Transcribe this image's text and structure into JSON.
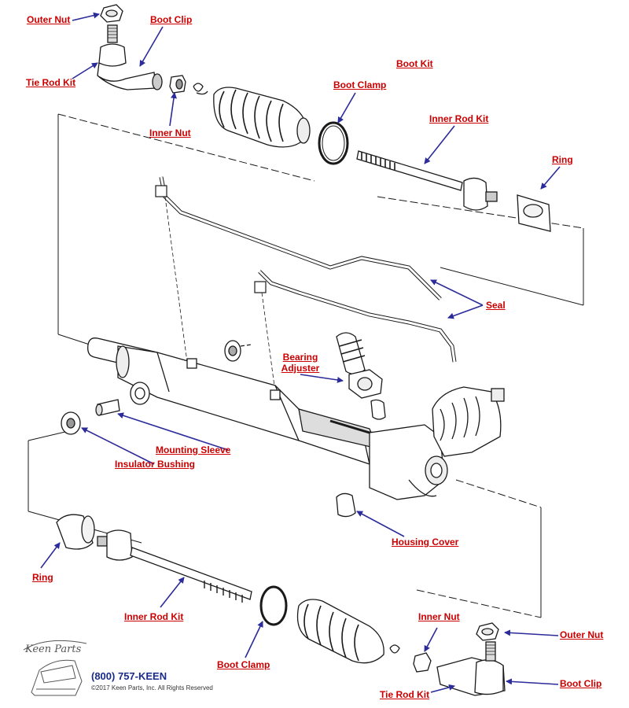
{
  "colors": {
    "label": "#cc0000",
    "arrow": "#2b2b9a",
    "line": "#1a1a1a"
  },
  "labels": {
    "outer_nut_top": "Outer Nut",
    "boot_clip_top": "Boot Clip",
    "tie_rod_kit_top": "Tie Rod Kit",
    "inner_nut_top": "Inner Nut",
    "boot_kit": "Boot Kit",
    "boot_clamp_top": "Boot Clamp",
    "inner_rod_kit_top": "Inner Rod Kit",
    "ring_top": "Ring",
    "seal": "Seal",
    "bearing_adjuster_line1": "Bearing",
    "bearing_adjuster_line2": "Adjuster",
    "mounting_sleeve": "Mounting Sleeve",
    "insulator_bushing": "Insulator Bushing",
    "housing_cover": "Housing Cover",
    "ring_bottom": "Ring",
    "inner_rod_kit_bottom": "Inner Rod Kit",
    "boot_clamp_bottom": "Boot Clamp",
    "inner_nut_bottom": "Inner Nut",
    "outer_nut_bottom": "Outer Nut",
    "tie_rod_kit_bottom": "Tie Rod Kit",
    "boot_clip_bottom": "Boot Clip"
  },
  "footer": {
    "brand": "Keen Parts",
    "phone": "(800) 757-KEEN",
    "copyright": "©2017 Keen Parts, Inc. All Rights Reserved"
  }
}
